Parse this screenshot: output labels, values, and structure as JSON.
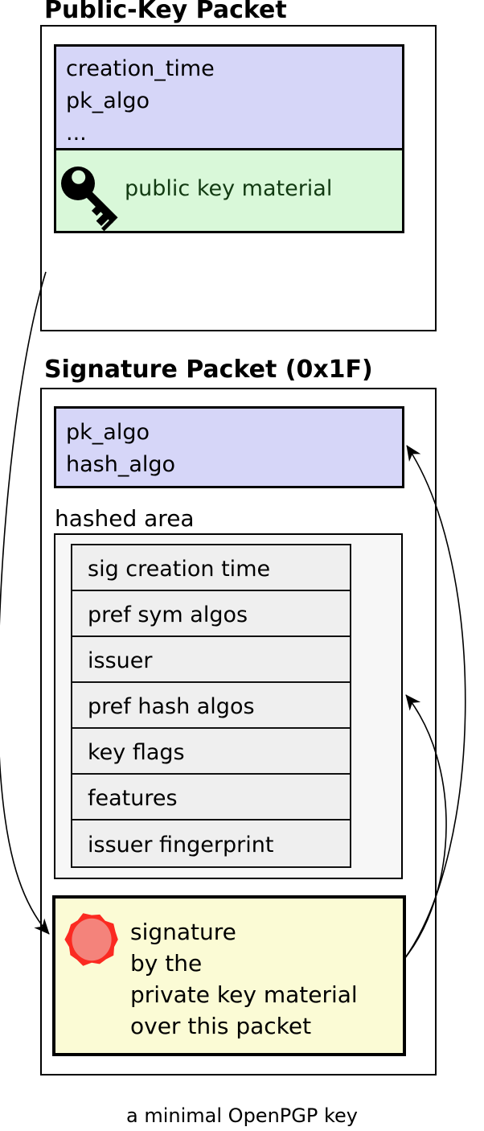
{
  "caption": "a minimal OpenPGP key",
  "colors": {
    "header_fill": "#d6d6f8",
    "key_material_fill": "#d9f8d9",
    "key_material_text": "#123a12",
    "hashed_area_fill": "#f7f7f7",
    "subpacket_fill": "#efefef",
    "signature_fill": "#fbfbd5",
    "seal_ring": "#fb2a21",
    "seal_center": "#f4837b",
    "border": "#000000"
  },
  "public_key_packet": {
    "title": "Public-Key Packet",
    "header_fields": [
      "creation_time",
      "pk_algo",
      "..."
    ],
    "key_material_label": "public key material",
    "icon": "key-icon"
  },
  "signature_packet": {
    "title": "Signature Packet (0x1F)",
    "header_fields": [
      "pk_algo",
      "hash_algo"
    ],
    "hashed_area_label": "hashed area",
    "subpackets": [
      "sig creation time",
      "pref sym algos",
      "issuer",
      "pref hash algos",
      "key flags",
      "features",
      "issuer fingerprint"
    ],
    "signature_lines": [
      "signature",
      "by the",
      "private key material",
      "over this packet"
    ],
    "icon": "seal-icon"
  }
}
